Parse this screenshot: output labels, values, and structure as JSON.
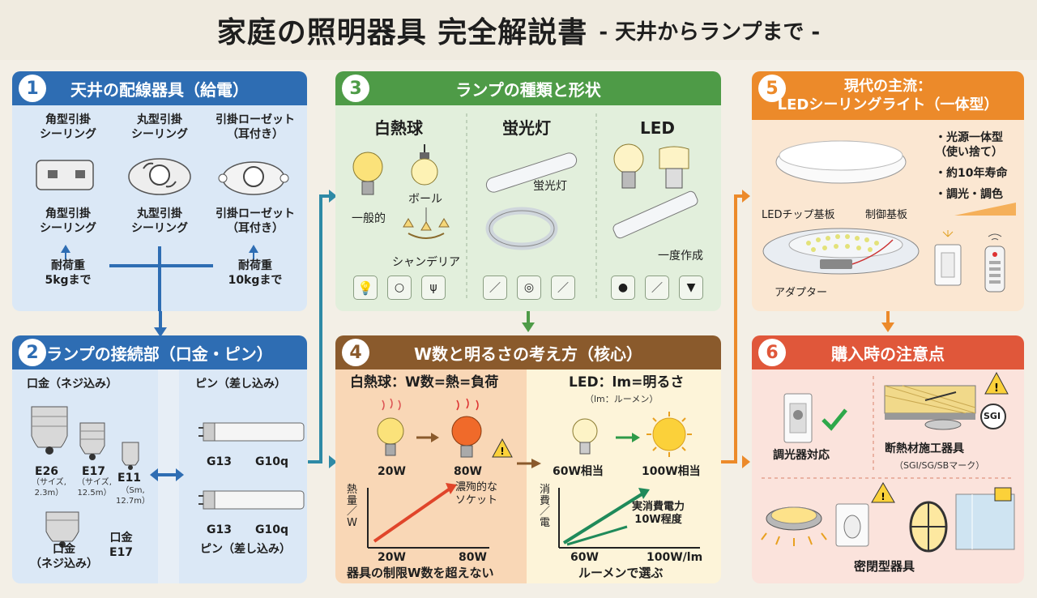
{
  "header": {
    "title": "家庭の照明器具 完全解説書",
    "subtitle": "- 天井からランプまで -"
  },
  "sec1": {
    "num": "1",
    "title": "天井の配線器具（給電）",
    "top_labels": [
      "角型引掛\nシーリング",
      "丸型引掛\nシーリング",
      "引掛ローゼット\n（耳付き）"
    ],
    "bottom_labels": [
      "角型引掛\nシーリング",
      "丸型引掛\nシーリング",
      "引掛ローゼット\n（耳付き）"
    ],
    "load_left": "耐荷重\n5kgまで",
    "load_right": "耐荷重\n10kgまで"
  },
  "sec2": {
    "num": "2",
    "title": "ランプの接続部（口金・ピン）",
    "left_title": "口金（ネジ込み）",
    "right_title": "ピン（差し込み）",
    "e26": "E26",
    "e26_note": "（サイズ,\n2.3m）",
    "e17": "E17",
    "e17_note": "（サイズ,\n12.5m）",
    "e11": "E11",
    "e11_note": "（Sm,\n12.7m）",
    "bottom_left": "口金\n（ネジ込み）",
    "bottom_e17": "口金\nE17",
    "g13_1": "G13",
    "g10q_1": "G10q",
    "g13_2": "G13",
    "g10q_2": "G10q",
    "pin_bottom": "ピン（差し込み）"
  },
  "sec3": {
    "num": "3",
    "title": "ランプの種類と形状",
    "col1": "白熱球",
    "col2": "蛍光灯",
    "col3": "LED",
    "ippan": "一般的",
    "ball": "ボール",
    "chandelier": "シャンデリア",
    "fl_label": "蛍光灯",
    "ichido": "一度作成"
  },
  "sec4": {
    "num": "4",
    "title": "W数と明るさの考え方（核心）",
    "left_head": "白熱球：W数=熱=負荷",
    "right_head": "LED：lm=明るさ",
    "right_sub": "（lm：ルーメン）",
    "w20": "20W",
    "w80": "80W",
    "note_socket": "濃殉的な\nソケット",
    "y_left": "熱\n量\n／\nW",
    "x_left_1": "20W",
    "x_left_2": "80W",
    "bottom_left": "器具の制限W数を超えない",
    "led60": "60W相当",
    "led100": "100W相当",
    "y_right": "消\n費\n／\n電",
    "x_right_1": "60W",
    "x_right_2": "100W/lm",
    "note_power": "実消費電力\n10W程度",
    "bottom_right": "ルーメンで選ぶ"
  },
  "sec5": {
    "num": "5",
    "title": "現代の主流：\nLEDシーリングライト（一体型）",
    "bullets": [
      "・光源一体型\n（使い捨て）",
      "・約10年寿命",
      "・調光・調色"
    ],
    "chip": "LEDチップ基板",
    "control": "制御基板",
    "adapter": "アダプター"
  },
  "sec6": {
    "num": "6",
    "title": "購入時の注意点",
    "dimmer": "調光器対応",
    "insulation": "断熱材施工器具",
    "insulation_sub": "（SGI/SG/SBマーク）",
    "sgi": "SGI",
    "sealed": "密閉型器具"
  },
  "colors": {
    "blue": "#2e6db3",
    "green": "#4e9b47",
    "brown": "#8a5a2c",
    "orange": "#ec8a2a",
    "red": "#e0573a"
  }
}
